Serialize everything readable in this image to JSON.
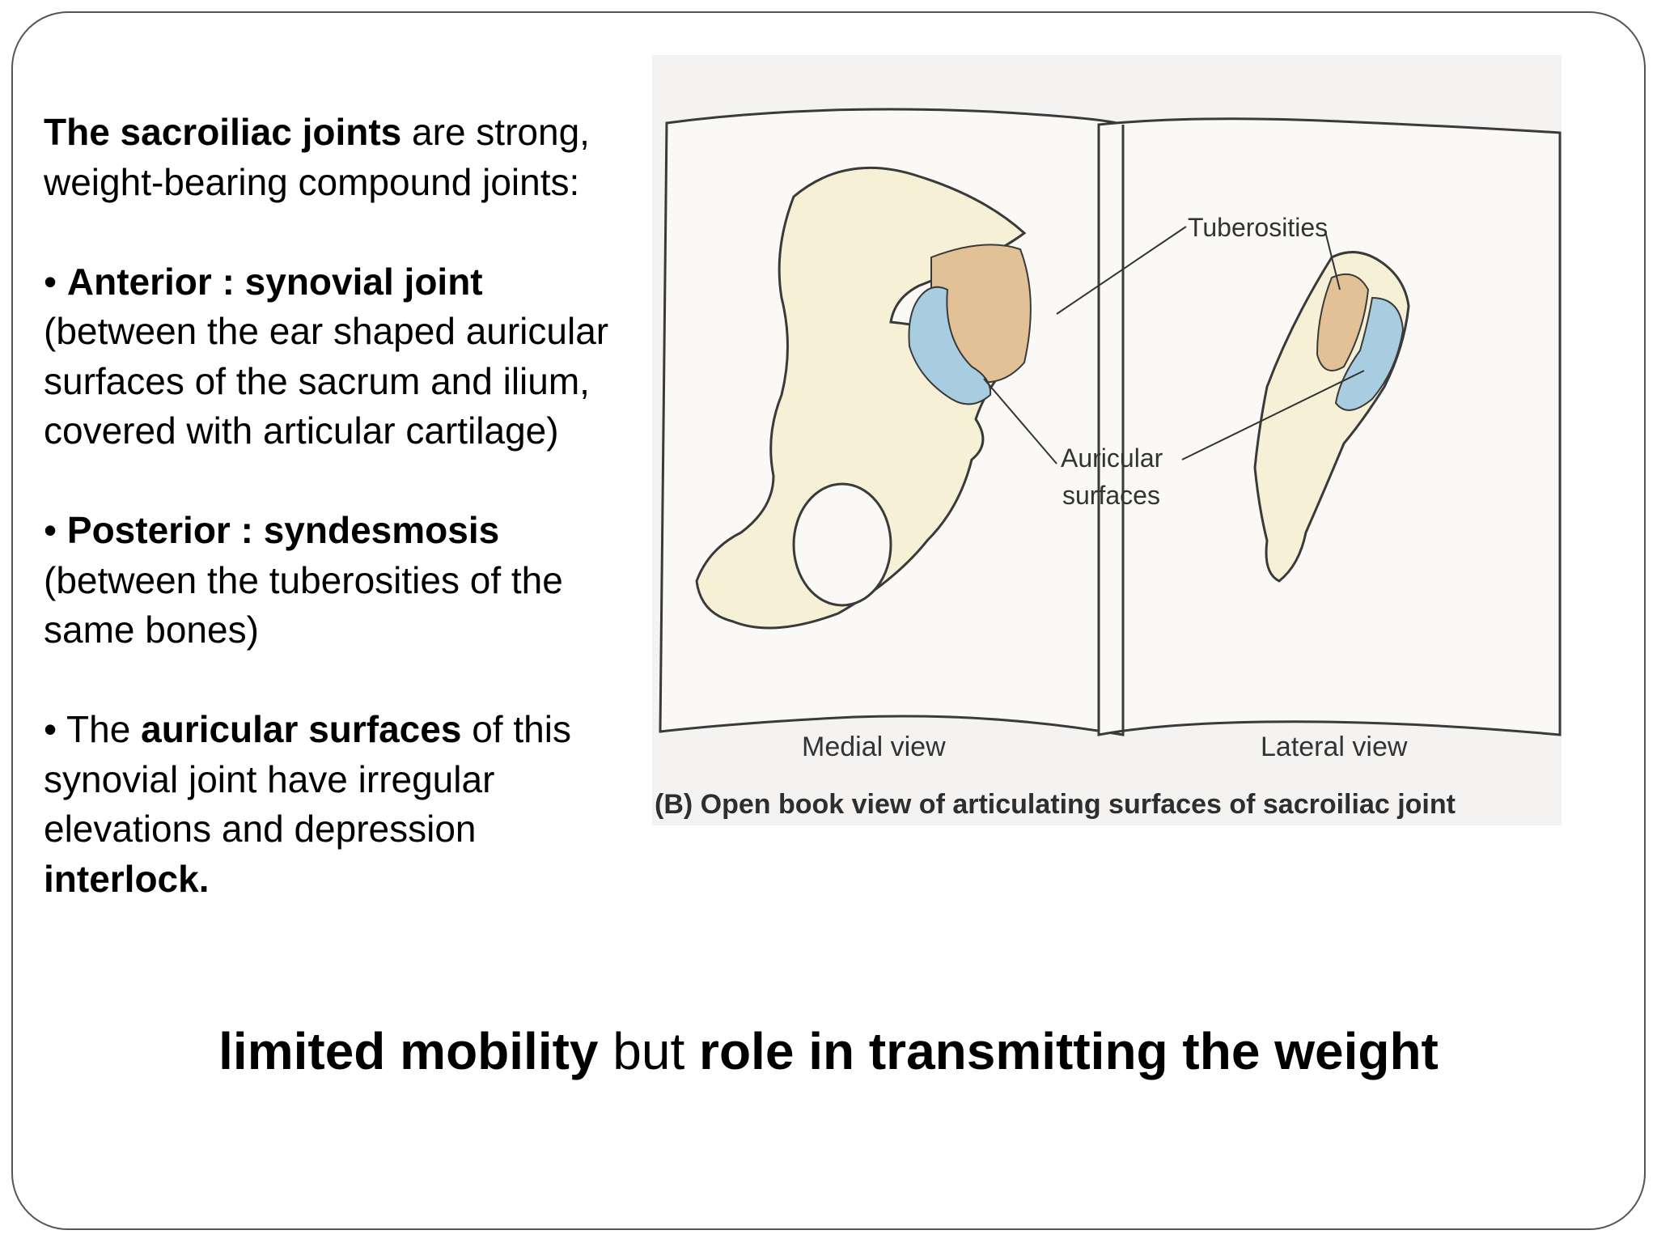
{
  "text_block": {
    "intro_bold": "The sacroiliac joints",
    "intro_rest": " are strong,",
    "intro_line2": "weight-bearing compound joints:",
    "anterior_bullet": "• ",
    "anterior_title": "Anterior : synovial joint",
    "anterior_lines": [
      "(between the ear shaped auricular",
      "surfaces of the sacrum and ilium,",
      "covered with articular cartilage)"
    ],
    "posterior_bullet": "• ",
    "posterior_title": "Posterior : syndesmosis",
    "posterior_lines": [
      "(between the tuberosities of the",
      "same bones)"
    ],
    "auricular_prefix": "• The ",
    "auricular_bold": "auricular surfaces",
    "auricular_suffix": " of this",
    "auricular_lines": [
      "synovial joint have irregular",
      "elevations and depression"
    ],
    "auricular_final_bold": "interlock."
  },
  "figure": {
    "label_tuberosities": "Tuberosities",
    "label_auricular_1": "Auricular",
    "label_auricular_2": "surfaces",
    "label_medial": "Medial view",
    "label_lateral": "Lateral view",
    "caption": "(B) Open book view of articulating surfaces of sacroiliac joint",
    "colors": {
      "bone": "#f6f1d6",
      "auricular": "#a9cde0",
      "tuberosity": "#e2c196",
      "outline": "#3a3a3a"
    }
  },
  "footer": {
    "bold_1": "limited mobility",
    "middle": " but ",
    "bold_2": "role in transmitting the weight"
  }
}
